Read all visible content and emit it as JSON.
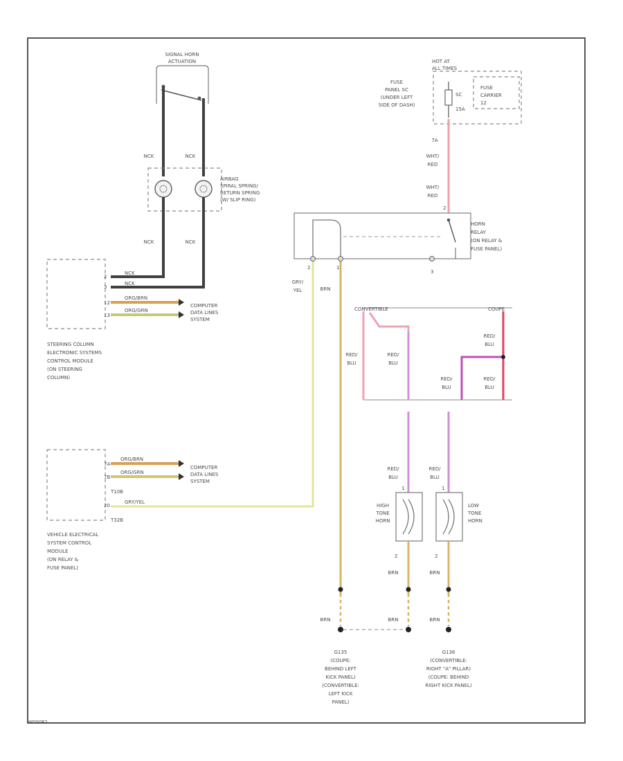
{
  "diagram": {
    "figure_id": "W00061",
    "components": {
      "signal_horn_actuation": {
        "lines": [
          "SIGNAL HORN",
          "ACTUATION"
        ]
      },
      "airbag_spiral_spring": {
        "lines": [
          "AIRBAG",
          "SPIRAL SPRING/",
          "RETURN SPRING",
          "(W/ SLIP RING)"
        ]
      },
      "hot_at_all_times": {
        "lines": [
          "HOT AT",
          "ALL TIMES"
        ]
      },
      "fuse_panel": {
        "lines": [
          "FUSE",
          "PANEL SC",
          "(UNDER LEFT",
          "SIDE OF DASH)"
        ]
      },
      "fuse_carrier": {
        "lines": [
          "FUSE",
          "CARRIER",
          "12"
        ]
      },
      "fuse_number": "SC",
      "fuse_amps": "15A",
      "horn_relay": {
        "lines": [
          "HORN",
          "RELAY",
          "(ON RELAY &",
          "FUSE PANEL)"
        ]
      },
      "steering_column_module": {
        "lines": [
          "STEERING COLUMN",
          "ELECTRONIC SYSTEMS",
          "CONTROL MODULE",
          "(ON STEERING",
          "COLUMN)"
        ]
      },
      "vehicle_electrical_module": {
        "lines": [
          "VEHICLE ELECTRICAL",
          "SYSTEM CONTROL",
          "MODULE",
          "(ON RELAY &",
          "FUSE PANEL)"
        ]
      },
      "computer_data_lines_1": {
        "lines": [
          "COMPUTER",
          "DATA LINES",
          "SYSTEM"
        ]
      },
      "computer_data_lines_2": {
        "lines": [
          "COMPUTER",
          "DATA LINES",
          "SYSTEM"
        ]
      },
      "high_tone_horn": {
        "lines": [
          "HIGH",
          "TONE",
          "HORN"
        ]
      },
      "low_tone_horn": {
        "lines": [
          "LOW",
          "TONE",
          "HORN"
        ]
      },
      "ground_left": {
        "lines": [
          "G135",
          "(COUPE:",
          "BEHIND LEFT",
          "KICK PANEL)",
          "(CONVERTIBLE:",
          "LEFT KICK",
          "PANEL)"
        ]
      },
      "ground_right": {
        "lines": [
          "G136",
          "(CONVERTIBLE:",
          "RIGHT \"A\" PILLAR)",
          "(COUPE: BEHIND",
          "RIGHT KICK PANEL)"
        ]
      },
      "convertible_label": "CONVERTIBLE",
      "coupe_label": "COUPE"
    },
    "wires": {
      "nck": "NCK",
      "wht_red": [
        "WHT/",
        "RED"
      ],
      "gry_yel": [
        "GRY/",
        "YEL"
      ],
      "brn": "BRN",
      "red_blu": [
        "RED/",
        "BLU"
      ],
      "scm_pins": [
        {
          "pin": "2",
          "label": "NCK"
        },
        {
          "pin": "3",
          "label": "NCK"
        },
        {
          "pin": "12",
          "label": "ORG/BRN"
        },
        {
          "pin": "13",
          "label": "ORG/GRN"
        }
      ],
      "vesm_pins": [
        {
          "pin": "7A",
          "label": "ORG/BRN"
        },
        {
          "pin": "7B",
          "label": "ORG/GRN"
        },
        {
          "pin": "T10B",
          "label": ""
        },
        {
          "pin": "20",
          "label": "GRY/YEL"
        },
        {
          "pin": "T32B",
          "label": ""
        }
      ],
      "relay_pins": [
        "2",
        "1",
        "2",
        "3"
      ],
      "fuse_pin": "7A",
      "horn_pins": [
        "1",
        "2",
        "1",
        "2"
      ]
    },
    "colors": {
      "nck": "#404040",
      "wht_red": "#f0a0a8",
      "red": "#e04060",
      "red_blu": "#c050b0",
      "red_blu_light": "#cf90d6",
      "gry_yel": "#e4e49a",
      "brn": "#d9b46a",
      "org_brn": "#d8a050",
      "org_grn": "#c8c878"
    }
  }
}
